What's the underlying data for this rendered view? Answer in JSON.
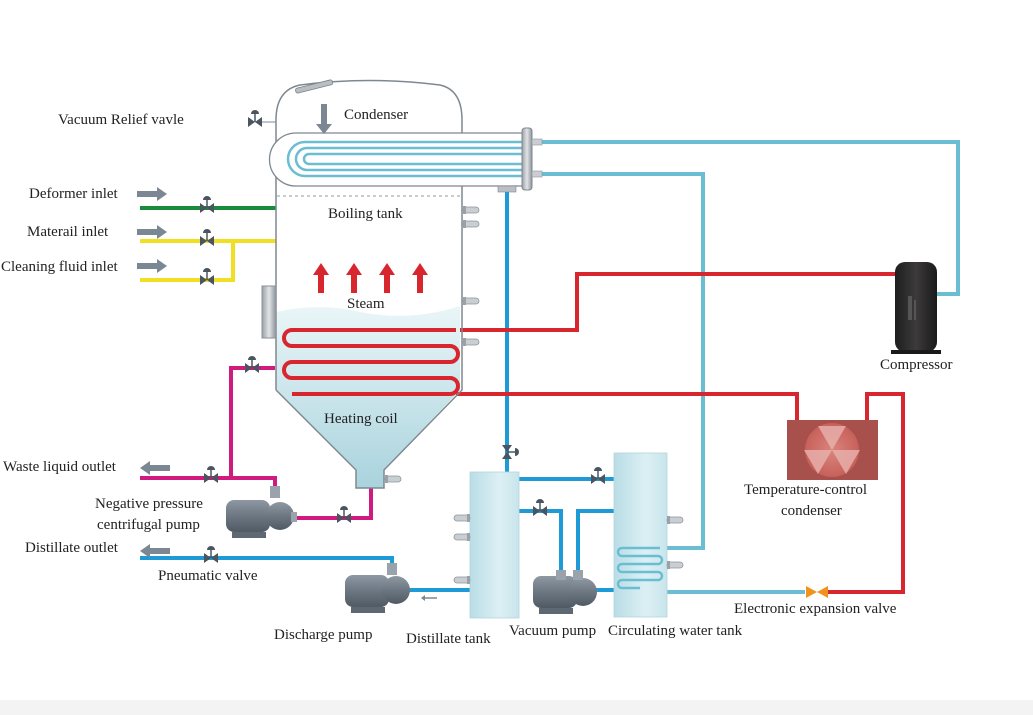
{
  "diagram": {
    "title": "Vacuum low-temperature evaporator process flow",
    "colors": {
      "cooling_water": "#6bbdd1",
      "distillate": "#1e9bd7",
      "refrigerant_hot": "#d8262e",
      "waste": "#d01a7f",
      "deformer": "#1a8a3c",
      "material": "#f1e021",
      "liquid": "#cfe8ee",
      "arrow_gray": "#7c8794",
      "condenser_unit": "#a8504c",
      "compressor": "#2b2b2b",
      "expansion_valve": "#f0931e"
    },
    "labels": {
      "vacuum_relief_valve": "Vacuum Relief vavle",
      "condenser": "Condenser",
      "boiling_tank": "Boiling tank",
      "deformer_inlet": "Deformer inlet",
      "material_inlet": "Materail inlet",
      "cleaning_fluid_inlet": "Cleaning fluid inlet",
      "steam": "Steam",
      "heating_coil": "Heating coil",
      "compressor": "Compressor",
      "waste_liquid_outlet": "Waste liquid outlet",
      "negative_pressure_pump_line1": "Negative pressure",
      "negative_pressure_pump_line2": "centrifugal pump",
      "distillate_outlet": "Distillate outlet",
      "pneumatic_valve": "Pneumatic valve",
      "temp_control_condenser_line1": "Temperature-control",
      "temp_control_condenser_line2": "condenser",
      "discharge_pump": "Discharge pump",
      "distillate_tank": "Distillate tank",
      "vacuum_pump": "Vacuum pump",
      "circulating_water_tank": "Circulating water tank",
      "electronic_expansion_valve": "Electronic expansion valve"
    },
    "icons": {
      "inlet_arrow": "arrow-right-icon",
      "outlet_arrow": "arrow-left-icon",
      "valve": "valve-icon",
      "pump": "pump-icon",
      "steam_arrow": "arrow-up-icon",
      "fan": "fan-icon"
    }
  }
}
